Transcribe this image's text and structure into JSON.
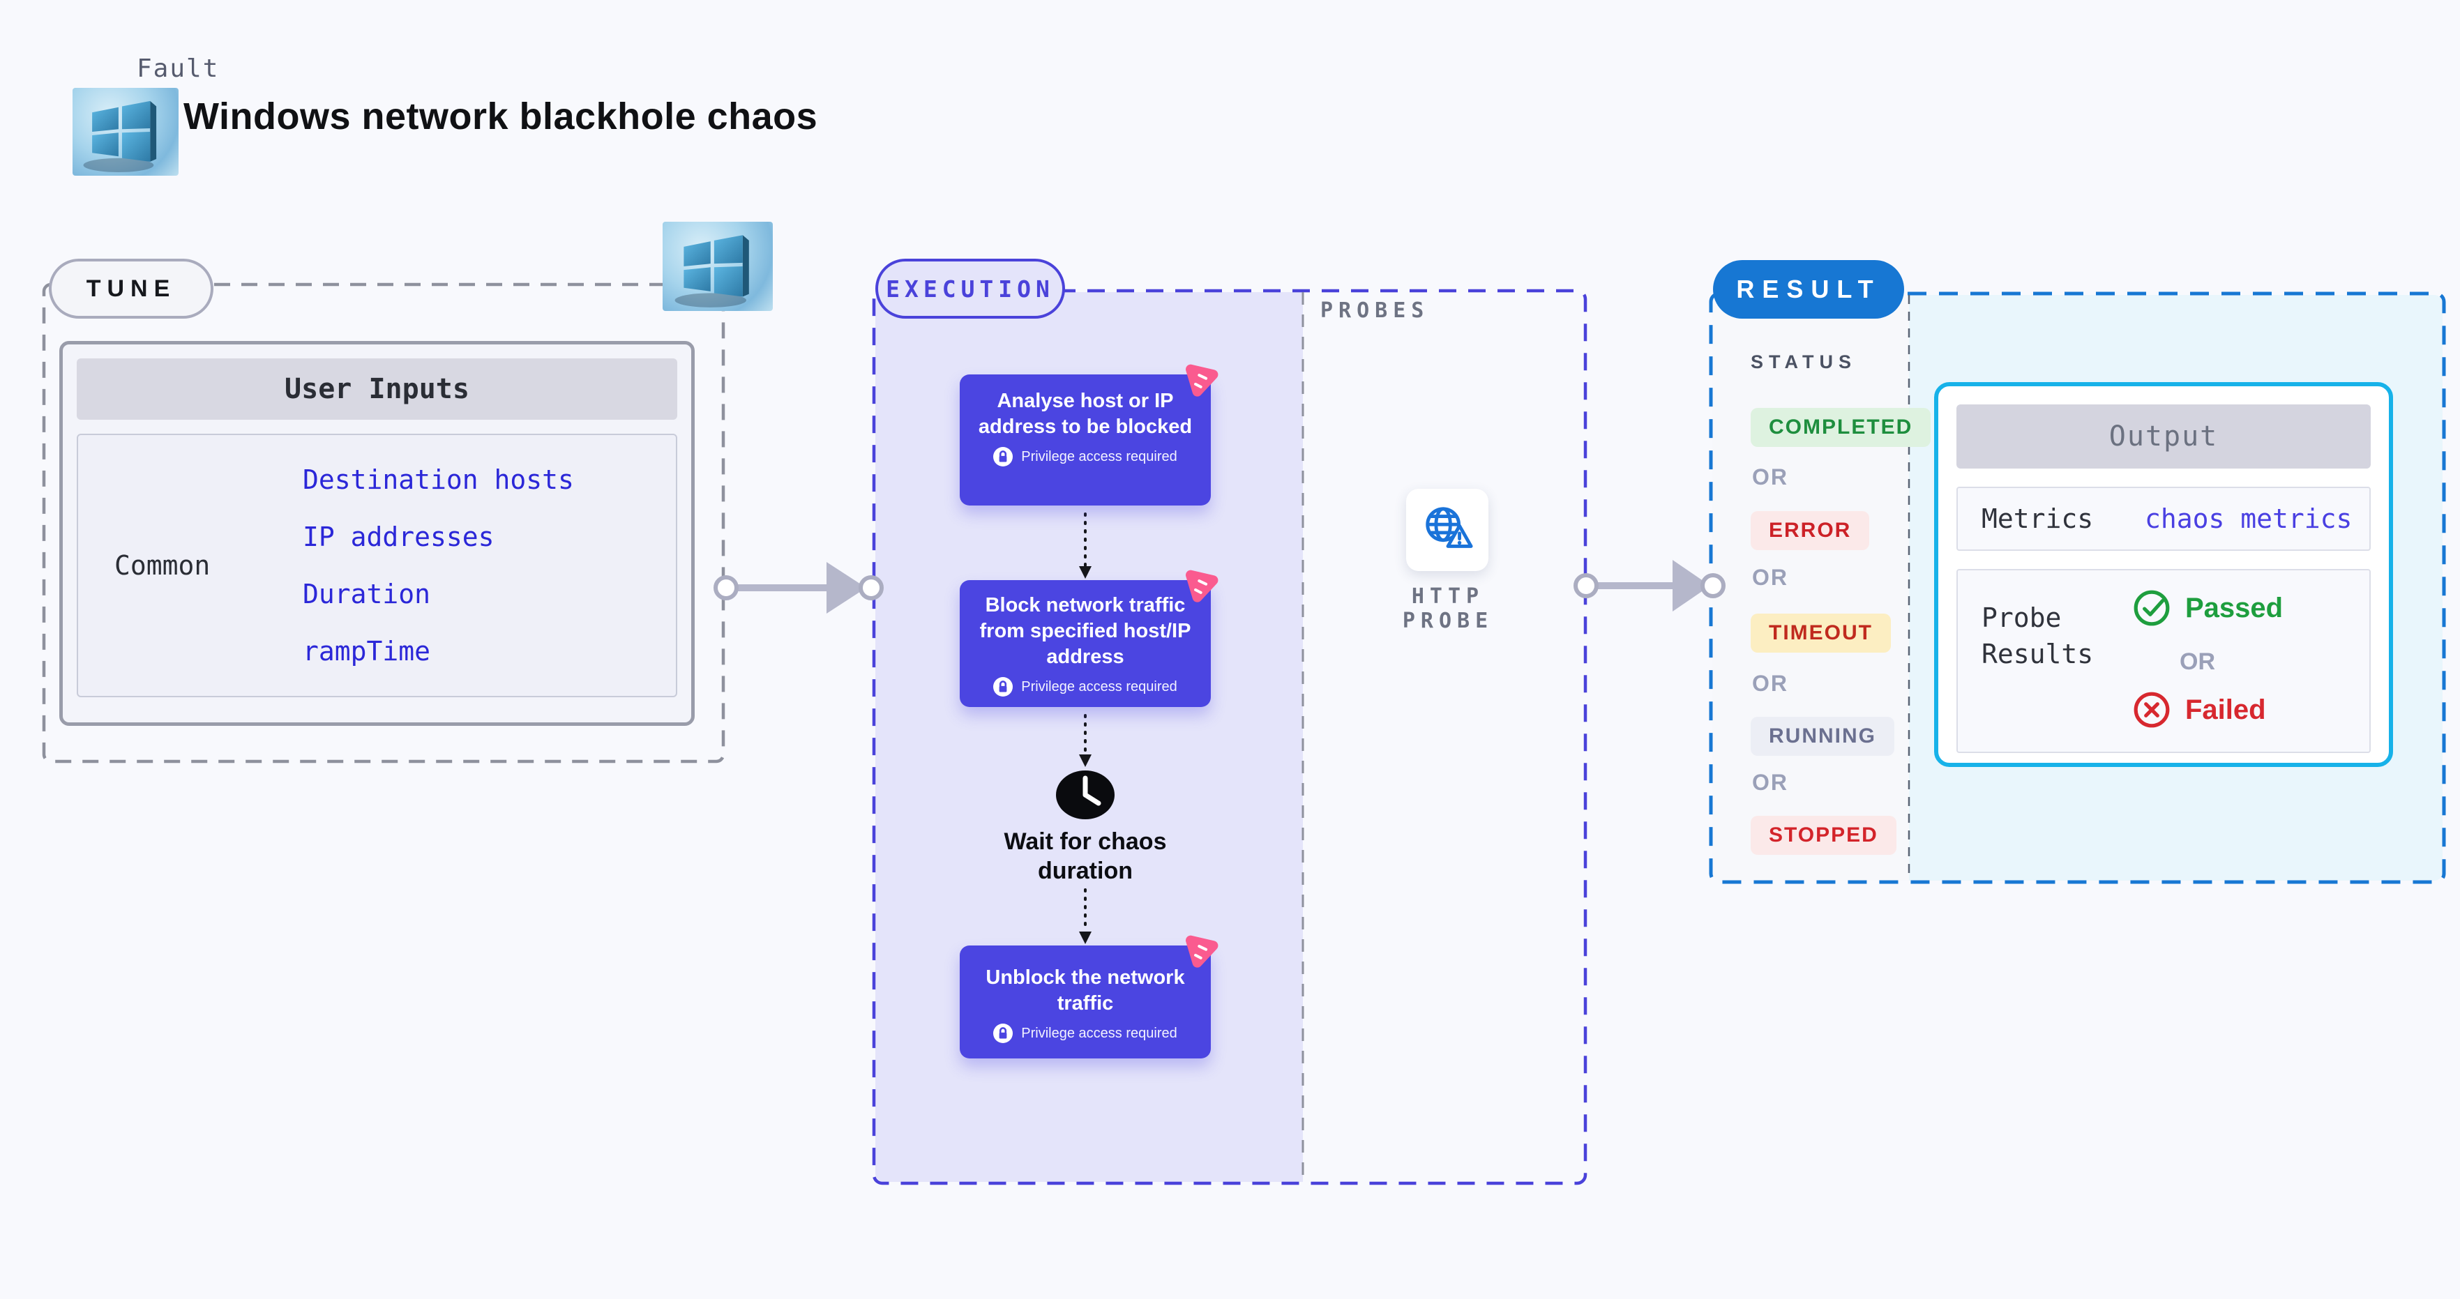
{
  "header": {
    "kicker": "Fault",
    "title": "Windows network blackhole chaos",
    "logo_icon": "windows-logo"
  },
  "tune": {
    "label": "TUNE",
    "logo_icon": "windows-logo",
    "card": {
      "header": "User Inputs",
      "row_label": "Common",
      "inputs": [
        "Destination hosts",
        "IP addresses",
        "Duration",
        "rampTime"
      ]
    }
  },
  "execution": {
    "label": "EXECUTION",
    "steps": [
      {
        "title": "Analyse host or IP address to be blocked",
        "note": "Privilege access required"
      },
      {
        "title": "Block network traffic from specified host/IP address",
        "note": "Privilege access required"
      },
      {
        "title": "Wait for chaos duration",
        "type": "wait"
      },
      {
        "title": "Unblock the network traffic",
        "note": "Privilege access required"
      }
    ]
  },
  "probes": {
    "label": "PROBES",
    "probe_label": "HTTP PROBE",
    "probe_icon": "globe-alert-icon"
  },
  "result": {
    "label": "RESULT",
    "status_label": "STATUS",
    "or_label": "OR",
    "statuses": [
      {
        "text": "COMPLETED",
        "fg": "#1e8e3e",
        "bg": "#def2e0"
      },
      {
        "text": "ERROR",
        "fg": "#cc2127",
        "bg": "#fbe9e9"
      },
      {
        "text": "TIMEOUT",
        "fg": "#c02a1e",
        "bg": "#fceec2"
      },
      {
        "text": "RUNNING",
        "fg": "#6b7090",
        "bg": "#eceef5"
      },
      {
        "text": "STOPPED",
        "fg": "#d3242a",
        "bg": "#fbe9e9"
      }
    ],
    "output": {
      "header": "Output",
      "metrics_label": "Metrics",
      "metrics_link": "chaos metrics",
      "probe_results_label": "Probe Results",
      "passed": "Passed",
      "failed": "Failed"
    }
  },
  "colors": {
    "page_bg": "#f8f9fd",
    "step_indigo": "#4b45e1",
    "execution_indigo": "#4a42da",
    "lavender_bg": "#e4e4fa",
    "chaos_pink": "#fa5b8f",
    "result_blue": "#1777d3",
    "output_border_cyan": "#17b2e9",
    "result_cyan_bg": "#e9f6fc",
    "link_blue": "#2b27d8",
    "metrics_link_indigo": "#4a40e2",
    "passed_green": "#1e9e3e",
    "failed_red": "#d7282f",
    "arrow_gray": "#b5b7cb",
    "dashed_gray": "#8e919d"
  }
}
